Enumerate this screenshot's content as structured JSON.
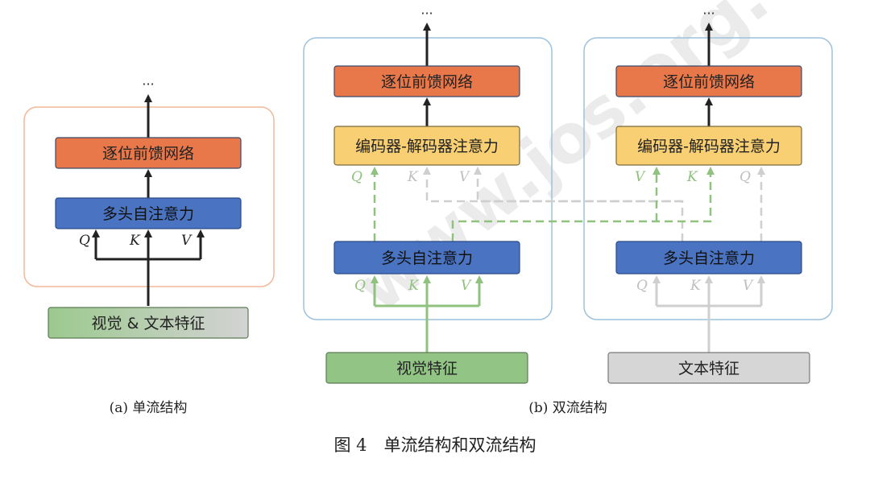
{
  "colors": {
    "orange": "#e8784a",
    "blue": "#4a74c2",
    "yellow": "#f8cf72",
    "green": "#92c486",
    "gray": "#d6d6d6",
    "black_arrow": "#222222",
    "green_arrow": "#8fc27e",
    "gray_arrow": "#cfcfcf"
  },
  "watermark": "www.jos.org.cn",
  "ellipsis": "···",
  "panel_a": {
    "ffn": "逐位前馈网络",
    "mha": "多头自注意力",
    "input": "视觉 & 文本特征",
    "q": "Q",
    "k": "K",
    "v": "V",
    "caption": "(a) 单流结构"
  },
  "panel_b": {
    "left": {
      "ffn": "逐位前馈网络",
      "cross": "编码器-解码器注意力",
      "mha": "多头自注意力",
      "cross_q": "Q",
      "cross_k": "K",
      "cross_v": "V",
      "self_q": "Q",
      "self_k": "K",
      "self_v": "V",
      "input": "视觉特征"
    },
    "right": {
      "ffn": "逐位前馈网络",
      "cross": "编码器-解码器注意力",
      "mha": "多头自注意力",
      "cross_v": "V",
      "cross_k": "K",
      "cross_q": "Q",
      "self_q": "Q",
      "self_k": "K",
      "self_v": "V",
      "input": "文本特征"
    },
    "caption": "(b) 双流结构"
  },
  "figure_caption": "图 4　单流结构和双流结构"
}
